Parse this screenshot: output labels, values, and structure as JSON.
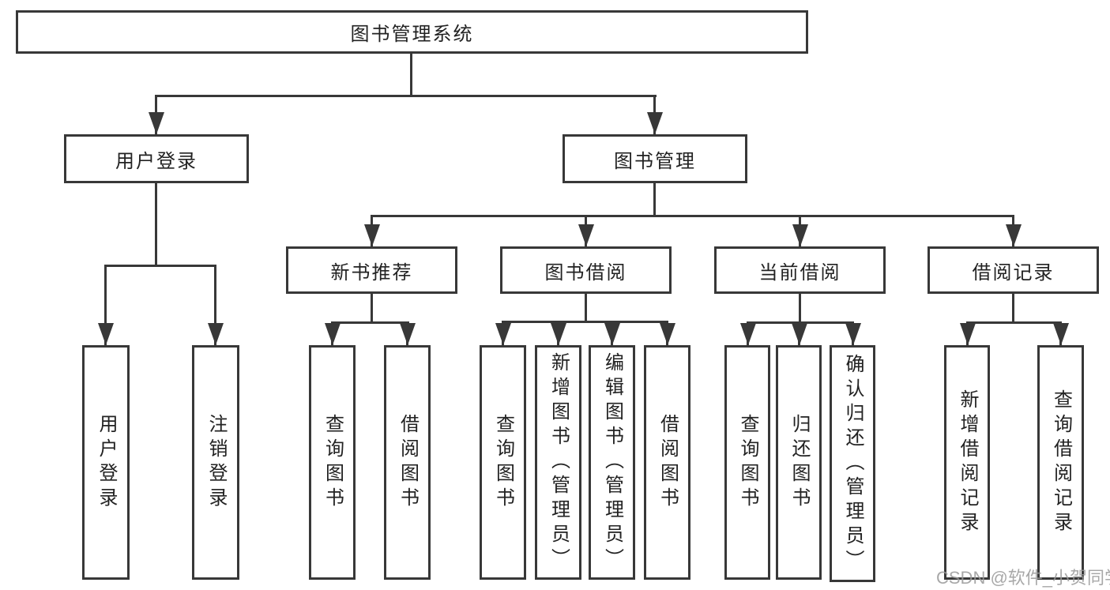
{
  "diagram": {
    "type": "functional-structure-tree",
    "colors": {
      "line": "#383838",
      "text": "#222222",
      "background": "#ffffff",
      "watermark": "#9a9a9a"
    }
  },
  "nodes": {
    "root": {
      "label": "图书管理系统"
    },
    "user_login": {
      "label": "用户登录"
    },
    "book_mgmt": {
      "label": "图书管理"
    },
    "new_book_rec": {
      "label": "新书推荐"
    },
    "book_borrow": {
      "label": "图书借阅"
    },
    "current_borrow": {
      "label": "当前借阅"
    },
    "borrow_records": {
      "label": "借阅记录"
    },
    "leaf_user_login": {
      "label": "用户登录"
    },
    "leaf_logout": {
      "label": "注销登录"
    },
    "leaf_query_book_1": {
      "label": "查询图书"
    },
    "leaf_borrow_book_1": {
      "label": "借阅图书"
    },
    "leaf_query_book_2": {
      "label": "查询图书"
    },
    "leaf_add_book": {
      "label": "新增图书（管理员）"
    },
    "leaf_edit_book": {
      "label": "编辑图书（管理员）"
    },
    "leaf_borrow_book_2": {
      "label": "借阅图书"
    },
    "leaf_query_book_3": {
      "label": "查询图书"
    },
    "leaf_return_book": {
      "label": "归还图书"
    },
    "leaf_confirm_return": {
      "label": "确认归还（管理员）"
    },
    "leaf_add_record": {
      "label": "新增借阅记录"
    },
    "leaf_query_record": {
      "label": "查询借阅记录"
    }
  },
  "tree": {
    "label": "图书管理系统",
    "children": [
      {
        "label": "用户登录",
        "children": [
          {
            "label": "用户登录"
          },
          {
            "label": "注销登录"
          }
        ]
      },
      {
        "label": "图书管理",
        "children": [
          {
            "label": "新书推荐",
            "children": [
              {
                "label": "查询图书"
              },
              {
                "label": "借阅图书"
              }
            ]
          },
          {
            "label": "图书借阅",
            "children": [
              {
                "label": "查询图书"
              },
              {
                "label": "新增图书（管理员）"
              },
              {
                "label": "编辑图书（管理员）"
              },
              {
                "label": "借阅图书"
              }
            ]
          },
          {
            "label": "当前借阅",
            "children": [
              {
                "label": "查询图书"
              },
              {
                "label": "归还图书"
              },
              {
                "label": "确认归还（管理员）"
              }
            ]
          },
          {
            "label": "借阅记录",
            "children": [
              {
                "label": "新增借阅记录"
              },
              {
                "label": "查询借阅记录"
              }
            ]
          }
        ]
      }
    ]
  },
  "watermark": {
    "text": "CSDN @软件_小贺同学"
  }
}
